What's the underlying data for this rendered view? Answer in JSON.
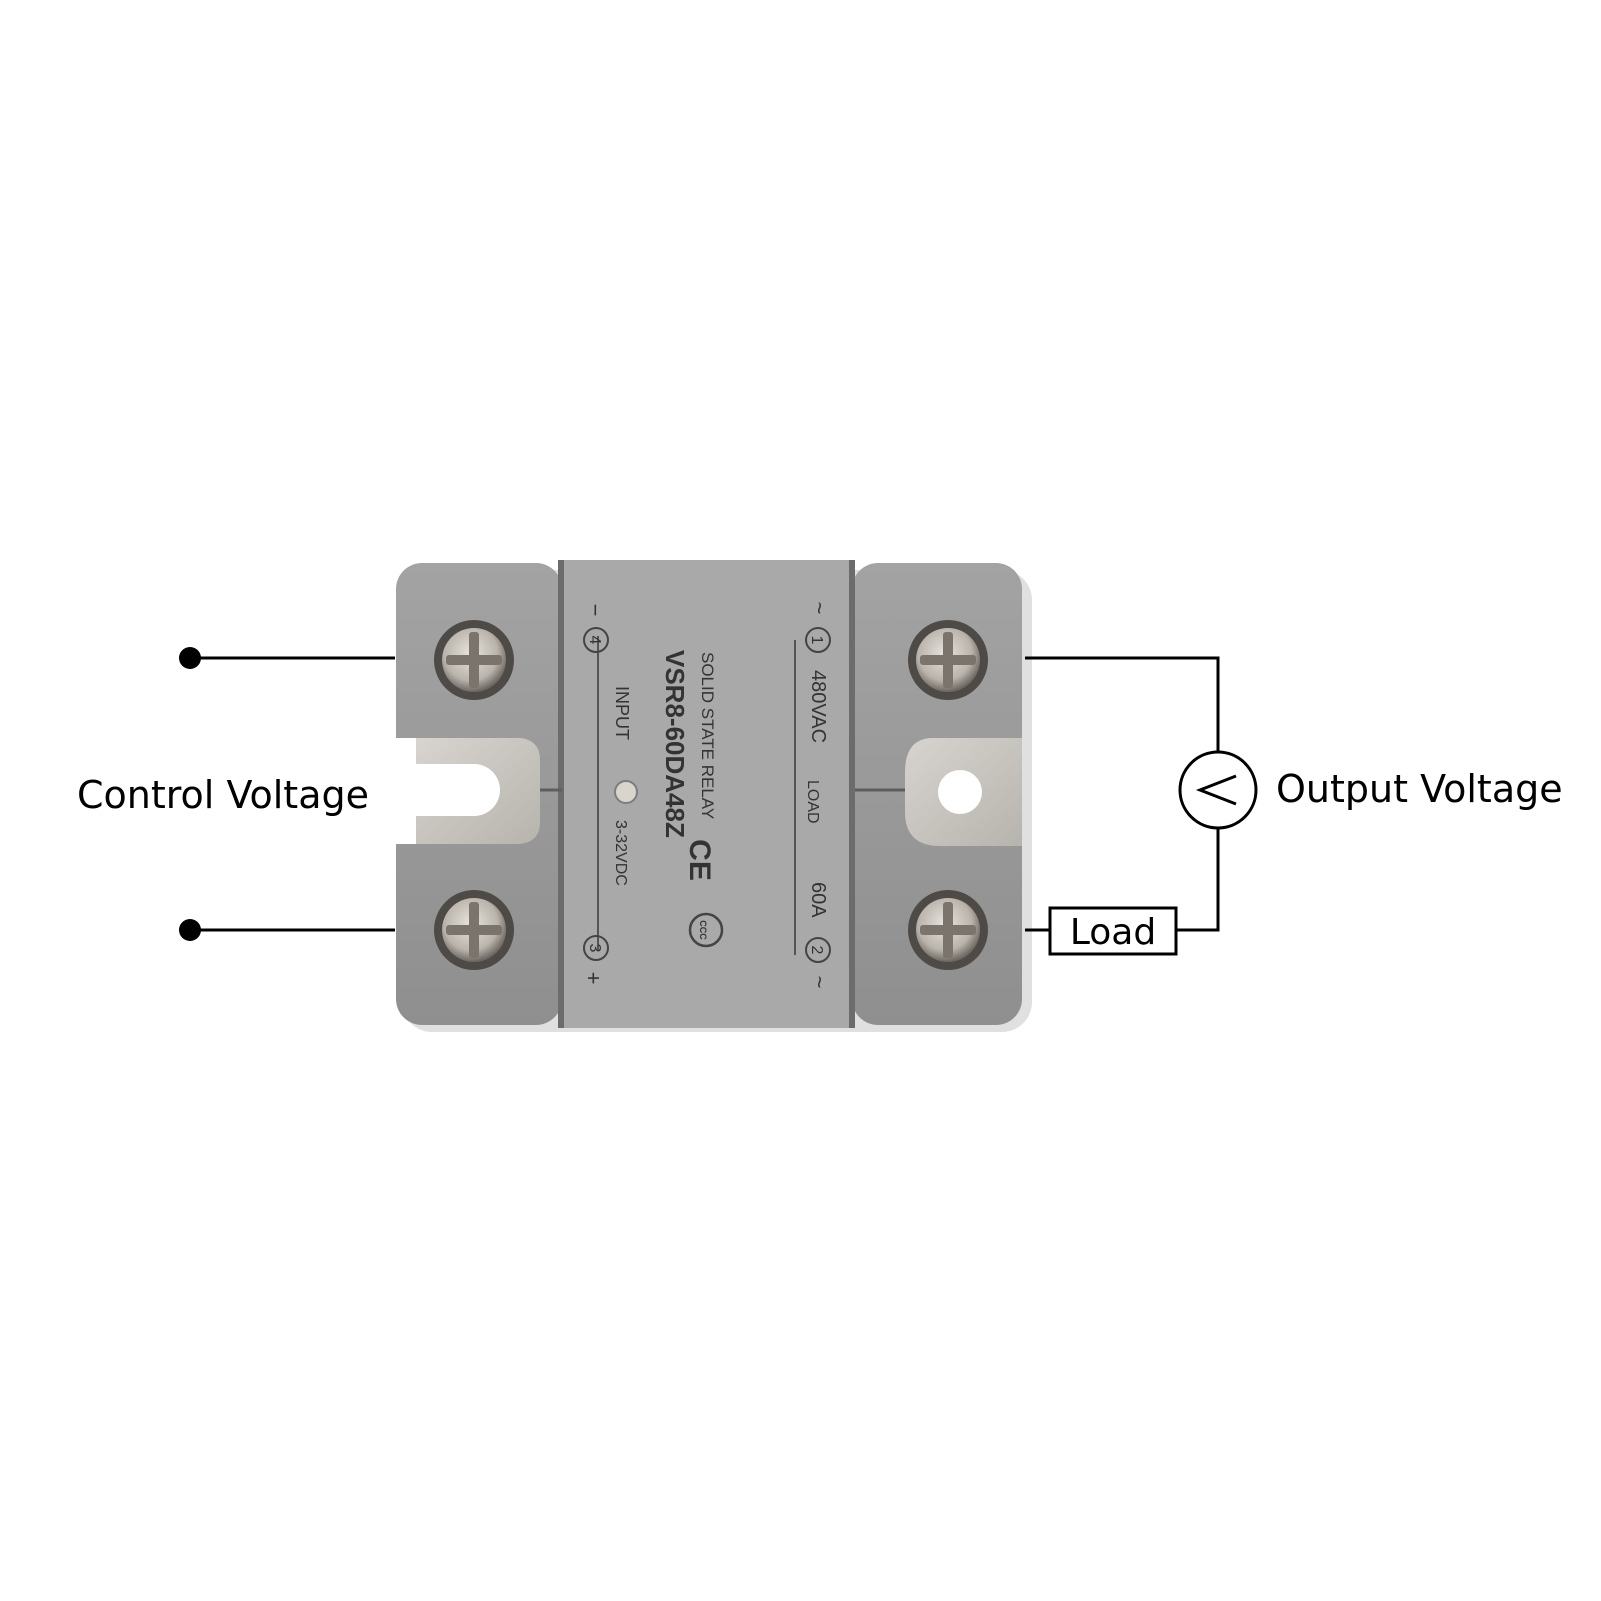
{
  "labels": {
    "control_voltage": "Control Voltage",
    "output_voltage": "Output Voltage",
    "load": "Load",
    "voltmeter_symbol": "V"
  },
  "relay": {
    "title": "SOLID STATE RELAY",
    "model": "VSR8-60DA48Z",
    "voltage_rating": "480VAC",
    "load_label": "LOAD",
    "current_rating": "60A",
    "input_label": "INPUT",
    "input_range": "3-32VDC",
    "terminal_1": "1",
    "terminal_2": "2",
    "terminal_3": "3",
    "terminal_4": "4",
    "ac_symbol": "~",
    "minus_symbol": "−",
    "plus_symbol": "+",
    "ce_mark": "CE",
    "ccc_mark": "CCC"
  },
  "colors": {
    "housing": "#9b9b9b",
    "housing_center": "#a7a7a7",
    "groove": "#6e6e6e",
    "metal_plate": "#c9c6c1",
    "screw": "#cfcac4",
    "wire": "#000000"
  }
}
